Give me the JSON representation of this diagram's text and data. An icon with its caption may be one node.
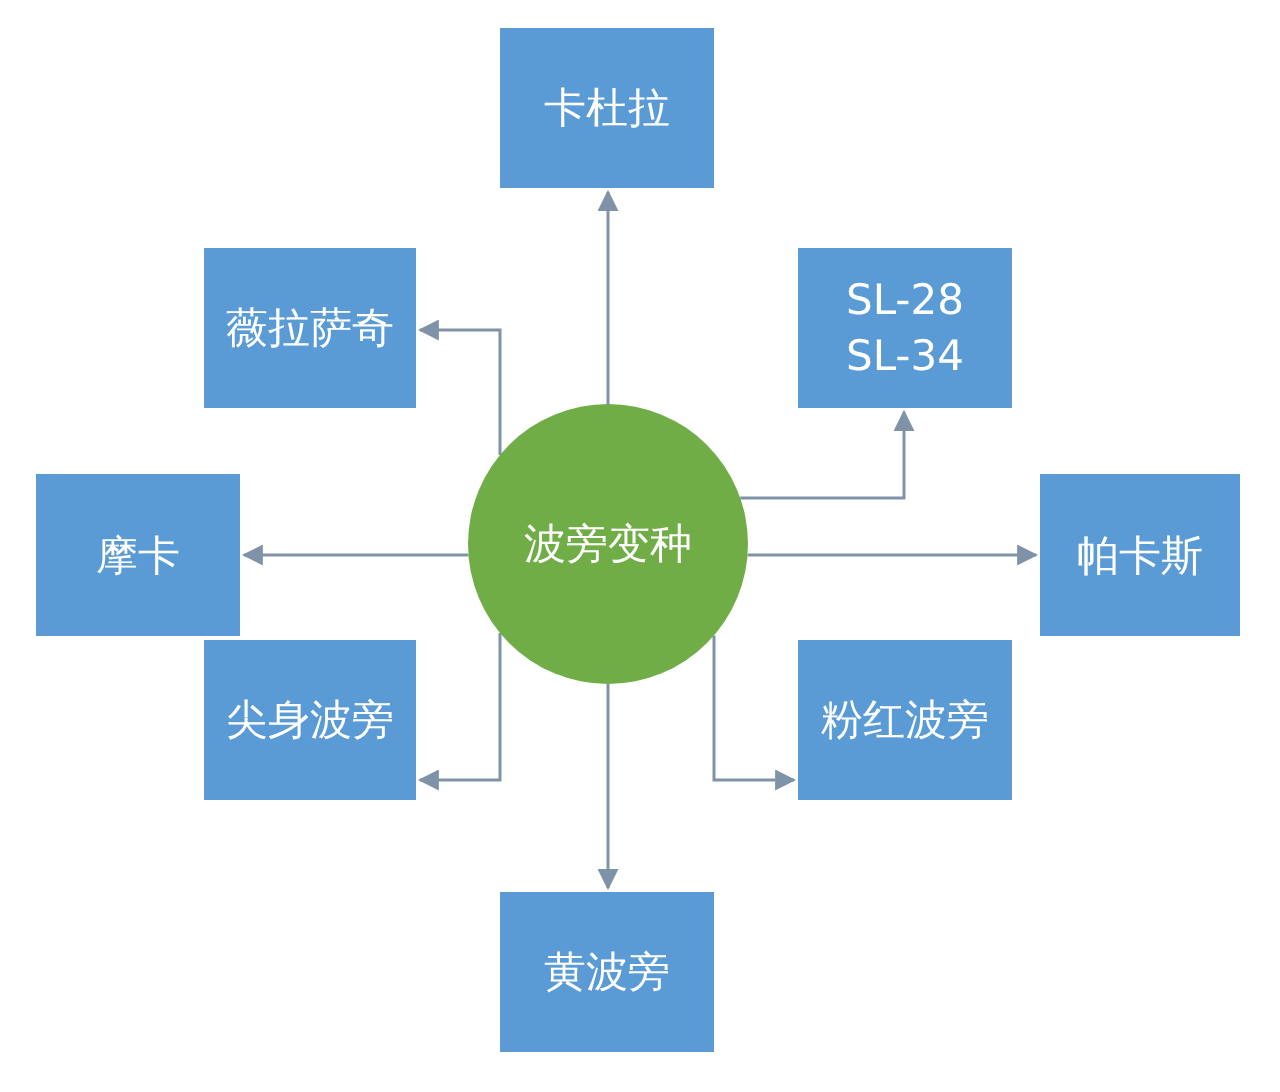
{
  "diagram": {
    "nodes": [
      {
        "text": [
          "卡杜拉"
        ]
      },
      {
        "text": [
          "薇拉萨奇"
        ]
      },
      {
        "text": [
          "SL-28",
          "SL-34"
        ]
      },
      {
        "text": [
          "摩卡"
        ]
      },
      {
        "text": [
          "波旁变种"
        ]
      },
      {
        "text": [
          "帕卡斯"
        ]
      },
      {
        "text": [
          "尖身波旁"
        ]
      },
      {
        "text": [
          "粉红波旁"
        ]
      },
      {
        "text": [
          "黄波旁"
        ]
      }
    ],
    "edges": [
      {
        "from": 4,
        "to": 0,
        "arrow": "to"
      },
      {
        "from": 4,
        "to": 1,
        "arrow": "to"
      },
      {
        "from": 4,
        "to": 2,
        "arrow": "to"
      },
      {
        "from": 4,
        "to": 3,
        "arrow": "to"
      },
      {
        "from": 4,
        "to": 5,
        "arrow": "to"
      },
      {
        "from": 4,
        "to": 6,
        "arrow": "to"
      },
      {
        "from": 4,
        "to": 7,
        "arrow": "to"
      },
      {
        "from": 4,
        "to": 8,
        "arrow": "to"
      }
    ]
  }
}
